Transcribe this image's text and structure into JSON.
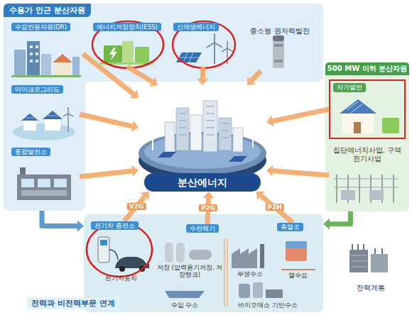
{
  "diagram": {
    "nodes": [
      {
        "text": [
          "수용가 인근 분산자원"
        ]
      },
      {
        "text": [
          "수요반응자원(DR)"
        ],
        "in": 0
      },
      {
        "text": [
          "에너지저장장치(ESS)"
        ],
        "in": 0
      },
      {
        "text": [
          "신재생에너지"
        ],
        "in": 0
      },
      {
        "text": [
          "중소형 원자력발전"
        ],
        "in": 0
      },
      {
        "text": [
          "마이크로그리드"
        ],
        "in": 0
      },
      {
        "text": [
          "통합발전소"
        ],
        "in": 0
      },
      {
        "text": [
          "500 MW 이하 분산자원"
        ]
      },
      {
        "text": [
          "자가발전"
        ],
        "in": 7
      },
      {
        "text": [
          "집단에너지사업, 구역전기사업"
        ],
        "in": 7
      },
      {
        "text": [
          "분산에너지"
        ]
      },
      {
        "text": [
          "전력과 비전력부문 연계"
        ]
      },
      {
        "text": [
          "전기차 충전소",
          "전기자동차"
        ],
        "in": 11
      },
      {
        "text": [
          "수전해기"
        ],
        "in": 11
      },
      {
        "text": [
          "저장 (압력용기저장, 저장탱크)"
        ],
        "in": 11
      },
      {
        "text": [
          "수입 수소"
        ],
        "in": 11
      },
      {
        "text": [
          "부생수소"
        ],
        "in": 11
      },
      {
        "text": [
          "바이오매스 기반수소"
        ],
        "in": 11
      },
      {
        "text": [
          "축열조"
        ],
        "in": 11
      },
      {
        "text": [
          "열수요"
        ],
        "in": 11
      },
      {
        "text": [
          "전력계통"
        ]
      }
    ],
    "edges": [
      {
        "from": 1,
        "to": 10,
        "arrow": "to"
      },
      {
        "from": 2,
        "to": 10,
        "arrow": "to"
      },
      {
        "from": 3,
        "to": 10,
        "arrow": "to"
      },
      {
        "from": 4,
        "to": 10,
        "arrow": "to"
      },
      {
        "from": 5,
        "to": 10,
        "arrow": "to"
      },
      {
        "from": 6,
        "to": 10,
        "arrow": "to"
      },
      {
        "from": 8,
        "to": 10,
        "arrow": "to"
      },
      {
        "from": 9,
        "to": 10,
        "arrow": "to"
      },
      {
        "from": 12,
        "to": 10,
        "label": "V2G",
        "arrow": "to"
      },
      {
        "from": 13,
        "to": 10,
        "label": "P2G",
        "arrow": "to"
      },
      {
        "from": 18,
        "to": 10,
        "label": "P2H",
        "arrow": "to"
      },
      {
        "from": 0,
        "to": 11,
        "arrow": "to"
      },
      {
        "from": 7,
        "to": 11,
        "arrow": "to"
      }
    ]
  }
}
